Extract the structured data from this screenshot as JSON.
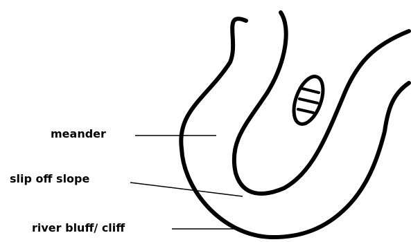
{
  "labels": {
    "meander": "meander",
    "slip_off_slope": "slip off slope",
    "river_bluff": "river bluff/ cliff"
  }
}
